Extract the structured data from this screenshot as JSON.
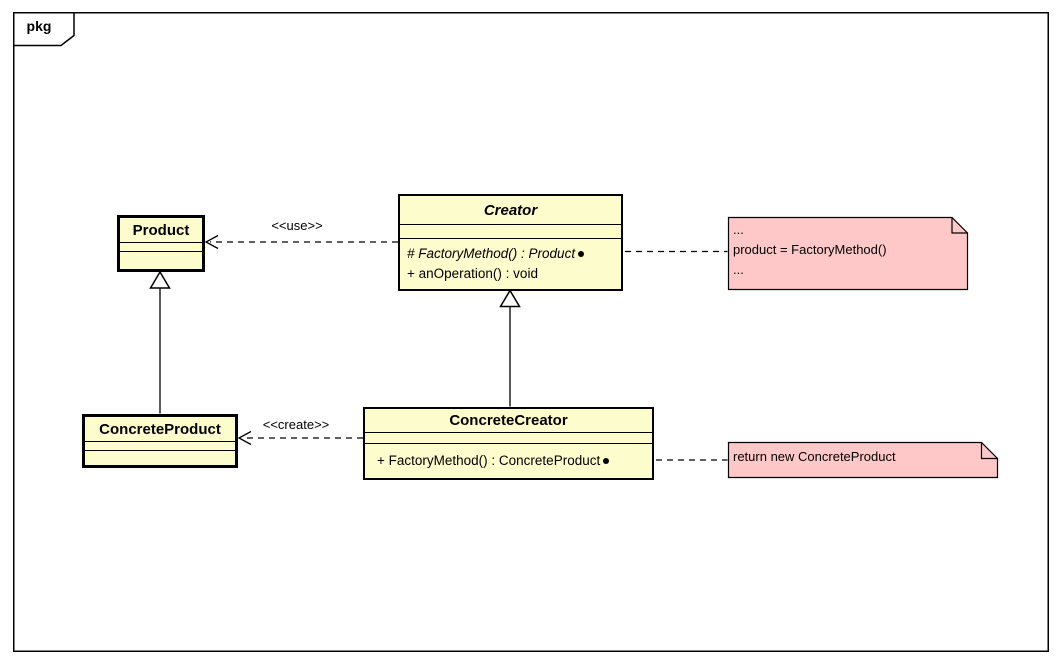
{
  "frame": {
    "tab_label": "pkg"
  },
  "colors": {
    "class_fill": "#FCFCCC",
    "note_fill": "#FFC8C8",
    "line": "#000000",
    "background": "#FFFFFF"
  },
  "classes": {
    "product": {
      "name": "Product",
      "abstract": false,
      "methods": []
    },
    "creator": {
      "name": "Creator",
      "abstract": true,
      "methods": [
        {
          "text": "# FactoryMethod() : Product",
          "abstract": true,
          "connector_dot": true
        },
        {
          "text": "+ anOperation() : void",
          "abstract": false,
          "connector_dot": false
        }
      ]
    },
    "concrete_product": {
      "name": "ConcreteProduct",
      "abstract": false,
      "methods": []
    },
    "concrete_creator": {
      "name": "ConcreteCreator",
      "abstract": false,
      "methods": [
        {
          "text": "+ FactoryMethod() : ConcreteProduct",
          "abstract": false,
          "connector_dot": true
        }
      ]
    }
  },
  "labels": {
    "use": "<<use>>",
    "create": "<<create>>"
  },
  "notes": {
    "creator_note": {
      "lines": [
        "...",
        "product = FactoryMethod()",
        "..."
      ]
    },
    "concrete_creator_note": {
      "lines": [
        "return new ConcreteProduct"
      ]
    }
  },
  "relationships": [
    {
      "type": "dependency",
      "from": "Creator",
      "to": "Product",
      "stereotype": "<<use>>"
    },
    {
      "type": "dependency",
      "from": "ConcreteCreator",
      "to": "ConcreteProduct",
      "stereotype": "<<create>>"
    },
    {
      "type": "generalization",
      "from": "ConcreteProduct",
      "to": "Product"
    },
    {
      "type": "generalization",
      "from": "ConcreteCreator",
      "to": "Creator"
    },
    {
      "type": "note-anchor",
      "from": "Creator.FactoryMethod",
      "to": "creator_note"
    },
    {
      "type": "note-anchor",
      "from": "ConcreteCreator.FactoryMethod",
      "to": "concrete_creator_note"
    }
  ]
}
